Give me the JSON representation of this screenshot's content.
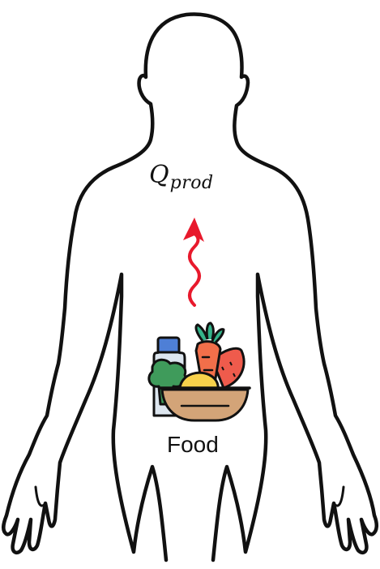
{
  "heat_label": {
    "symbol": "Q",
    "subscript": "prod"
  },
  "food_label": "Food",
  "colors": {
    "outline": "#111111",
    "heat_arrow": "#e8192c",
    "carrot": "#f26f4a",
    "carrot_leaves": "#34b38a",
    "broccoli": "#3f9b5b",
    "bottle": "#dde6ef",
    "bottle_cap": "#4e7fd6",
    "bowl": "#d3a478",
    "lemon": "#f7d14b",
    "watermelon": "#ef5b4c"
  },
  "icons": [
    "body-silhouette-icon",
    "heat-wave-arrow-icon",
    "food-basket-icon"
  ]
}
